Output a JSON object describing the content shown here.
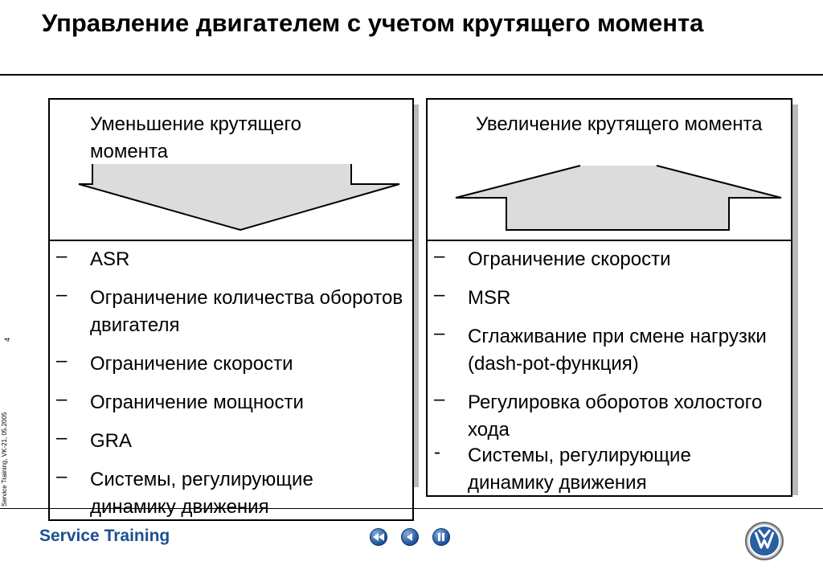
{
  "title": "Управление двигателем с учетом крутящего момента",
  "side_meta": "Service Training, VK-21, 05.2005",
  "page_number": "4",
  "left_panel": {
    "heading": "Уменьшение крутящего момента",
    "arrow": "down-arrow",
    "items": [
      {
        "dash": "–",
        "text": "ASR"
      },
      {
        "dash": "–",
        "text": "Ограничение количества оборотов двигателя"
      },
      {
        "dash": "–",
        "text": "Ограничение скорости"
      },
      {
        "dash": "–",
        "text": "Ограничение мощности"
      },
      {
        "dash": "–",
        "text": "GRA"
      },
      {
        "dash": "–",
        "text": "Системы, регулирующие динамику движения"
      }
    ]
  },
  "right_panel": {
    "heading": "Увеличение крутящего момента",
    "arrow": "up-arrow",
    "items": [
      {
        "dash": "–",
        "text": "Ограничение скорости"
      },
      {
        "dash": "–",
        "text": "MSR"
      },
      {
        "dash": "–",
        "text": "Сглаживание при смене нагрузки (dash-pot-функция)"
      },
      {
        "dash": "–",
        "text": "Регулировка оборотов холостого хода"
      },
      {
        "dash": "-",
        "text": "Системы, регулирующие динамику движения"
      }
    ]
  },
  "footer": {
    "brand": "Service Training",
    "nav_icons": [
      "rewind-icon",
      "back-icon",
      "pause-icon"
    ],
    "logo": "vw-logo",
    "accent_color": "#1d4f91"
  }
}
